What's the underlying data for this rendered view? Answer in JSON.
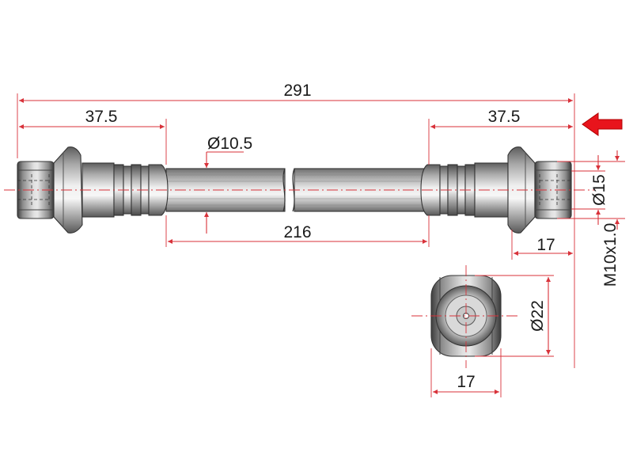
{
  "dimensions": {
    "overall_length": "291",
    "left_fitting_length": "37.5",
    "right_fitting_length": "37.5",
    "hose_length": "216",
    "hose_diameter": "Ø10.5",
    "fitting_diameter": "Ø15",
    "thread": "M10x1.0",
    "right_nut_length": "17",
    "nut_diameter": "Ø22",
    "nut_width": "17"
  },
  "colors": {
    "dimension": "#d8323a",
    "arrow": "#e8141c",
    "outline": "#333333"
  },
  "icons": {
    "direction": "arrow-left-icon"
  }
}
